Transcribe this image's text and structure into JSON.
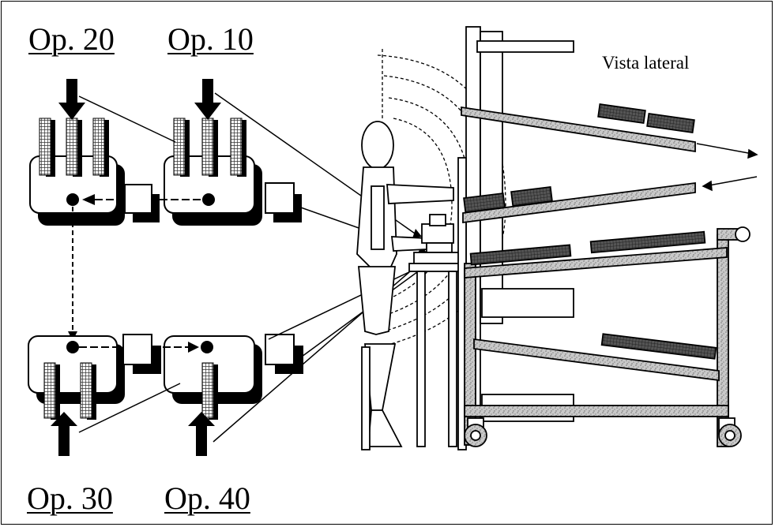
{
  "labels": {
    "op20": "Op. 20",
    "op10": "Op. 10",
    "op30": "Op. 30",
    "op40": "Op. 40",
    "view": "Vista lateral"
  },
  "colors": {
    "ink": "#000000",
    "hatch": "#777777",
    "shelf": "#bdbdbd",
    "paper": "#ffffff"
  }
}
